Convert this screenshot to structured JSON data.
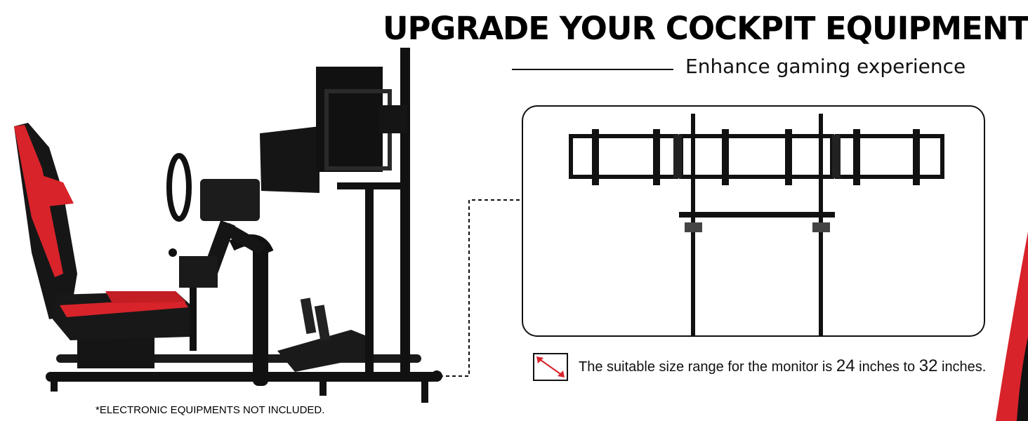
{
  "headline": "UPGRADE YOUR COCKPIT EQUIPMENT",
  "subheadline": "Enhance gaming experience",
  "footnote": "*ELECTRONIC EQUIPMENTS NOT INCLUDED.",
  "size_range": {
    "prefix": "The suitable size range for the monitor is ",
    "min": "24",
    "mid": " inches to ",
    "max": "32",
    "suffix": " inches."
  },
  "icons": {
    "resize": "resize-diagonal-icon"
  },
  "colors": {
    "seat_red": "#d8232a",
    "frame_black": "#111111",
    "background": "#ffffff"
  }
}
